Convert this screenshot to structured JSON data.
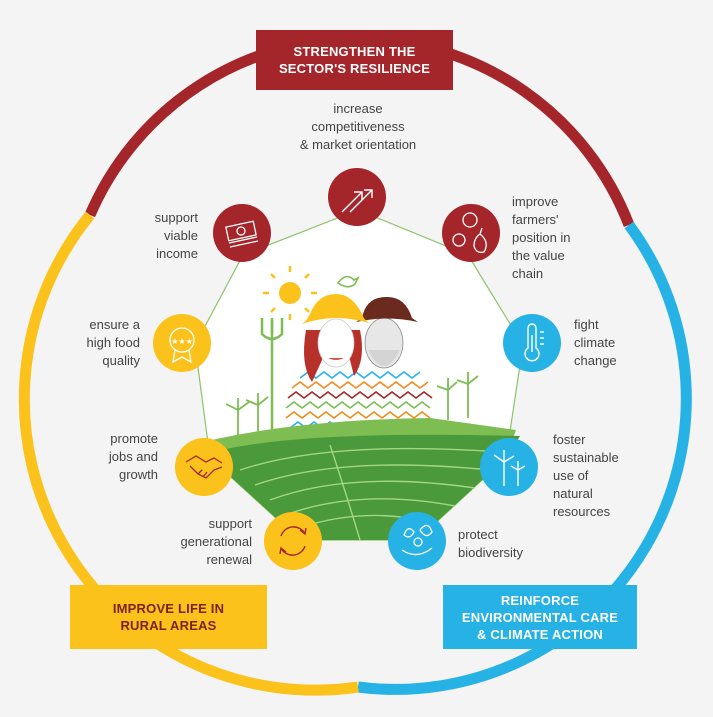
{
  "boxes": {
    "top": {
      "lines": [
        "STRENGTHEN THE",
        "SECTOR'S RESILIENCE"
      ]
    },
    "left": {
      "lines": [
        "IMPROVE LIFE IN",
        "RURAL AREAS"
      ]
    },
    "right": {
      "lines": [
        "REINFORCE",
        "ENVIRONMENTAL CARE",
        "& CLIMATE ACTION"
      ]
    }
  },
  "objectives": [
    {
      "key": "competitiveness",
      "icon": "growth-arrows-icon",
      "lines": [
        "increase",
        "competitiveness",
        "& market orientation"
      ]
    },
    {
      "key": "income",
      "icon": "banknotes-icon",
      "lines": [
        "support",
        "viable",
        "income"
      ]
    },
    {
      "key": "value-chain",
      "icon": "fruits-icon",
      "lines": [
        "improve",
        "farmers'",
        "position in",
        "the value",
        "chain"
      ]
    },
    {
      "key": "food-quality",
      "icon": "quality-badge-icon",
      "lines": [
        "ensure a",
        "high food",
        "quality"
      ]
    },
    {
      "key": "climate",
      "icon": "thermometer-icon",
      "lines": [
        "fight",
        "climate",
        "change"
      ]
    },
    {
      "key": "jobs",
      "icon": "handshake-icon",
      "lines": [
        "promote",
        "jobs and",
        "growth"
      ]
    },
    {
      "key": "resources",
      "icon": "wind-turbine-icon",
      "lines": [
        "foster",
        "sustainable",
        "use of",
        "natural",
        "resources"
      ]
    },
    {
      "key": "generational",
      "icon": "renewal-arrows-icon",
      "lines": [
        "support",
        "generational",
        "renewal"
      ]
    },
    {
      "key": "biodiversity",
      "icon": "butterfly-icon",
      "lines": [
        "protect",
        "biodiversity"
      ]
    }
  ],
  "colors": {
    "economic": "#a4252a",
    "social": "#fbc21b",
    "environment": "#27b2e6",
    "polygon": "#8cc46a",
    "field_dark": "#4a9a3c",
    "field_light": "#7dbd52",
    "text": "#444444",
    "background": "#f4f4f4"
  }
}
